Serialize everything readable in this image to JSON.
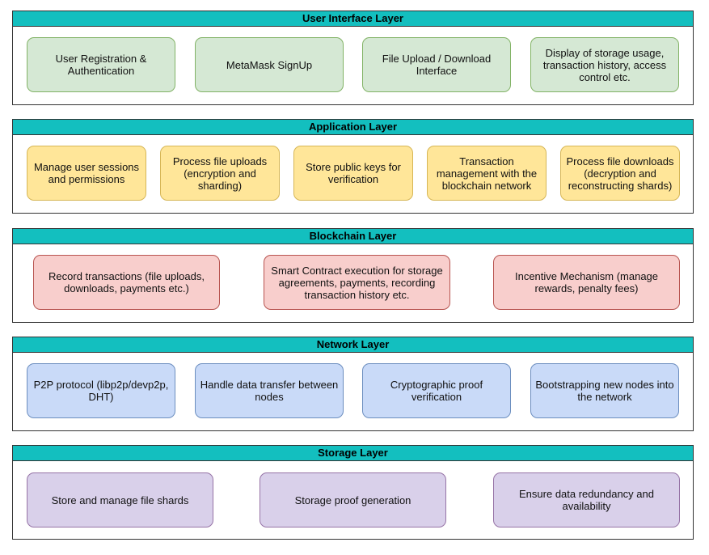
{
  "layers": [
    {
      "title": "User Interface Layer",
      "boxes": [
        "User Registration &\nAuthentication",
        "MetaMask SignUp",
        "File Upload / Download\nInterface",
        "Display of storage usage,\ntransaction history, access\ncontrol etc."
      ]
    },
    {
      "title": "Application Layer",
      "boxes": [
        "Manage user sessions\nand permissions",
        "Process file uploads\n(encryption and\nsharding)",
        "Store public keys for\nverification",
        "Transaction\nmanagement with the\nblockchain network",
        "Process file downloads\n(decryption and\nreconstructing shards)"
      ]
    },
    {
      "title": "Blockchain Layer",
      "boxes": [
        "Record transactions (file uploads,\ndownloads, payments etc.)",
        "Smart Contract execution for storage\nagreements, payments, recording\ntransaction history etc.",
        "Incentive Mechanism (manage\nrewards, penalty fees)"
      ]
    },
    {
      "title": "Network Layer",
      "boxes": [
        "P2P protocol (libp2p/devp2p,\nDHT)",
        "Handle data transfer between\nnodes",
        "Cryptographic proof\nverification",
        "Bootstrapping new nodes into\nthe network"
      ]
    },
    {
      "title": "Storage Layer",
      "boxes": [
        "Store and manage file shards",
        "Storage proof generation",
        "Ensure data redundancy and\navailability"
      ]
    }
  ],
  "colors": {
    "header": "#13bfbf",
    "green": "#d5e8d4",
    "yellow": "#ffe699",
    "red": "#f8cecc",
    "blue": "#c9daf8",
    "purple": "#d9d0ea"
  }
}
